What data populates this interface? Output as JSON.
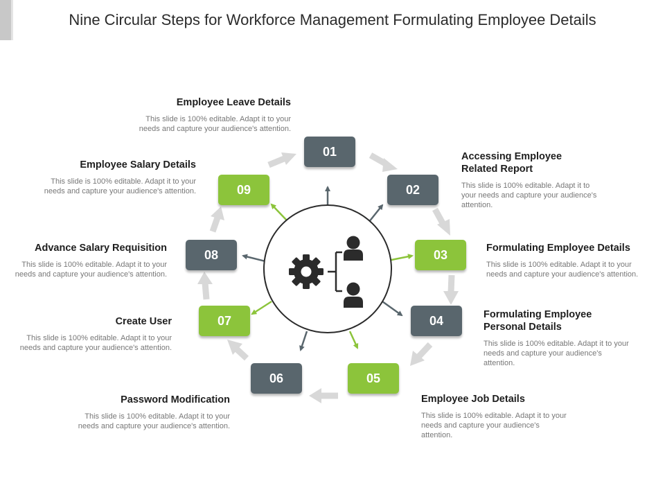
{
  "title": "Nine Circular Steps for Workforce Management Formulating Employee Details",
  "colors": {
    "gray": "#59666d",
    "green": "#8cc43b",
    "arrow": "#d8d8d8",
    "connector_gray": "#59666d",
    "connector_green": "#8cc43b"
  },
  "center": {
    "icon": "gear-icon",
    "org_icon": "org-chart-icon",
    "person_icon": "person-icon"
  },
  "steps": [
    {
      "num": "01",
      "heading": "Employee Leave Details",
      "desc": "This slide is 100% editable. Adapt it to your needs and capture your audience's attention."
    },
    {
      "num": "02",
      "heading": "Accessing Employee Related Report",
      "desc": "This slide is 100% editable. Adapt it to your needs and capture your audience's attention."
    },
    {
      "num": "03",
      "heading": "Formulating Employee Details",
      "desc": "This slide is 100% editable. Adapt it to your needs and capture your audience's attention."
    },
    {
      "num": "04",
      "heading": "Formulating Employee Personal Details",
      "desc": "This slide is 100% editable. Adapt it to your needs and capture your audience's attention."
    },
    {
      "num": "05",
      "heading": "Employee Job Details",
      "desc": "This slide is 100% editable. Adapt it to your needs and capture your audience's attention."
    },
    {
      "num": "06",
      "heading": "Password Modification",
      "desc": "This slide is 100% editable. Adapt it to your needs and capture your audience's attention."
    },
    {
      "num": "07",
      "heading": "Create User",
      "desc": "This slide is 100% editable. Adapt it to your needs and capture your audience's attention."
    },
    {
      "num": "08",
      "heading": "Advance Salary Requisition",
      "desc": "This slide is 100% editable. Adapt it to your needs and capture your audience's attention."
    },
    {
      "num": "09",
      "heading": "Employee Salary Details",
      "desc": "This slide is 100% editable. Adapt it to your needs and capture your audience's attention."
    }
  ]
}
